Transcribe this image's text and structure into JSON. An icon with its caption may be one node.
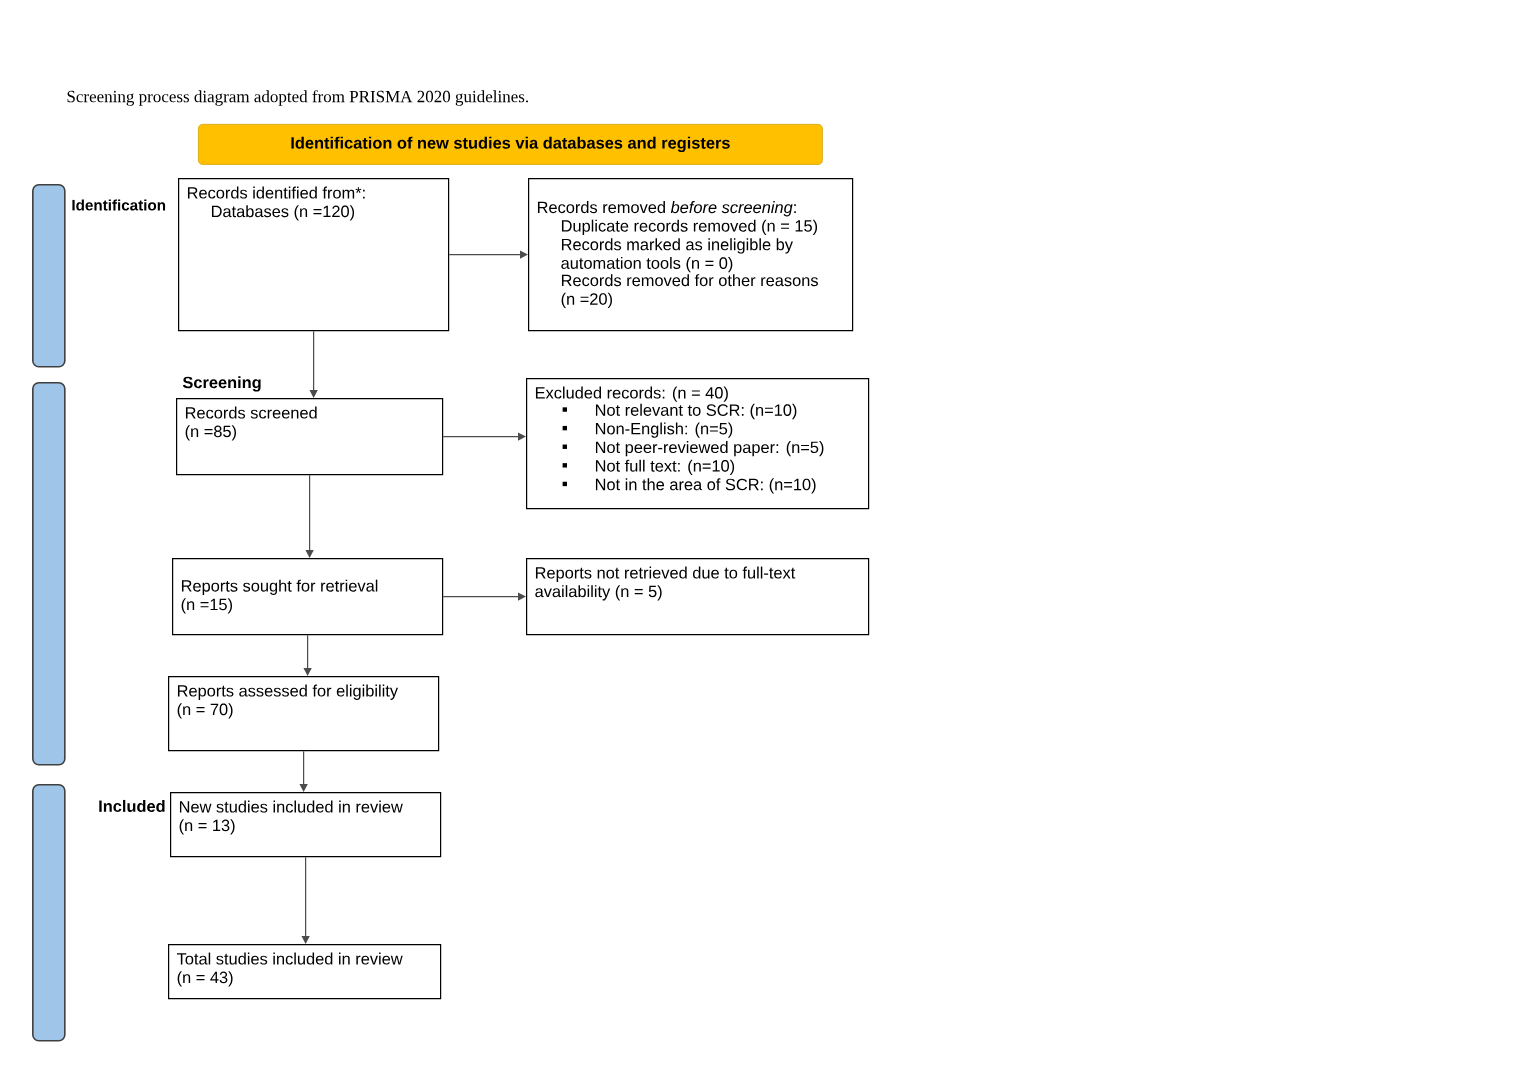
{
  "diagram": {
    "title": "Screening process diagram adopted from PRISMA 2020 guidelines.",
    "nodes": [
      {
        "text": [
          "Identification of new studies via databases and registers"
        ]
      },
      {
        "text": [],
        "shape": "bar"
      },
      {
        "text": [
          "Records identified from*:",
          "Databases (n =120)"
        ]
      },
      {
        "text": [
          "Records removed *before screening*:",
          "Duplicate records removed (n = 15)",
          "Records marked as ineligible by automation tools (n = 0)",
          "Records removed for other reasons (n =20)"
        ]
      },
      {
        "text": [],
        "shape": "bar"
      },
      {
        "text": [
          "Records screened (n =85)"
        ],
        "beside": [
          "Screening"
        ]
      },
      {
        "text": [
          "Excluded records: (n = 40)",
          "Not relevant to SCR: (n=10)",
          "Non-English: (n=5)",
          "Not peer-reviewed paper: (n=5)",
          "Not full text: (n=10)",
          "Not in the area of SCR: (n=10)"
        ]
      },
      {
        "text": [
          "Reports sought for retrieval (n =15)"
        ]
      },
      {
        "text": [
          "Reports not retrieved due to full-text availability (n = 5)"
        ]
      },
      {
        "text": [
          "Reports assessed for eligibility (n = 70)"
        ]
      },
      {
        "text": [],
        "shape": "bar"
      },
      {
        "text": [
          "New studies included in review (n = 13)"
        ],
        "beside": [
          "Included"
        ]
      },
      {
        "text": [
          "Total studies included in review (n = 43)"
        ]
      }
    ],
    "edges": [
      {
        "from": 2,
        "to": 3,
        "arrow": "to"
      },
      {
        "from": 2,
        "to": 5,
        "arrow": "to"
      },
      {
        "from": 5,
        "to": 6,
        "arrow": "to"
      },
      {
        "from": 5,
        "to": 7,
        "arrow": "to"
      },
      {
        "from": 7,
        "to": 8,
        "arrow": "to"
      },
      {
        "from": 7,
        "to": 9,
        "arrow": "to"
      },
      {
        "from": 9,
        "to": 11,
        "arrow": "to"
      },
      {
        "from": 11,
        "to": 12,
        "arrow": "to"
      }
    ],
    "labels": [
      "Identification"
    ]
  }
}
